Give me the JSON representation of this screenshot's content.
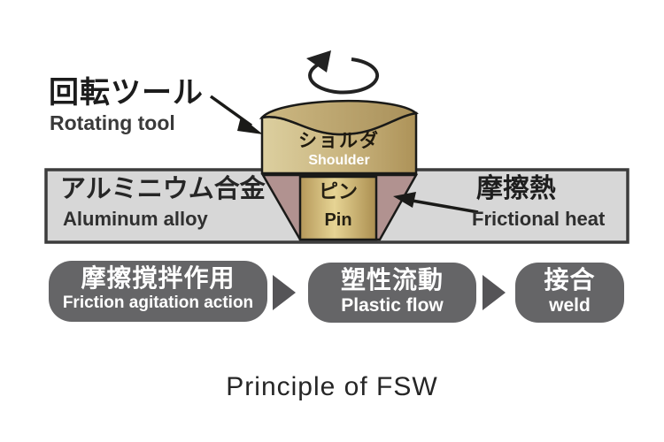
{
  "diagram": {
    "rotating_tool": {
      "jp": "回転ツール",
      "en": "Rotating tool"
    },
    "shoulder": {
      "jp": "ショルダ",
      "en": "Shoulder"
    },
    "aluminum_alloy": {
      "jp": "アルミニウム合金",
      "en": "Aluminum alloy"
    },
    "pin": {
      "jp": "ピン",
      "en": "Pin"
    },
    "frictional_heat": {
      "jp": "摩擦熱",
      "en": "Frictional heat"
    },
    "process_steps": [
      {
        "jp": "摩擦撹拌作用",
        "en": "Friction agitation action"
      },
      {
        "jp": "塑性流動",
        "en": "Plastic flow"
      },
      {
        "jp": "接合",
        "en": "weld"
      }
    ],
    "caption": "Principle of FSW",
    "colors": {
      "tool_gold_light": "#dccf9f",
      "tool_gold_dark": "#ad9258",
      "tool_top_light": "#cdb983",
      "tool_top_dark": "#a9905a",
      "pin_gold_mid": "#e6d494",
      "pin_gold_edge": "#ab8e50",
      "heat_zone": "#b19290",
      "plate_gray": "#d7d7d7",
      "plate_border": "#3c3c3c",
      "flow_box_gray": "#656567",
      "flow_text": "#ffffff",
      "outline": "#1a1a18"
    }
  }
}
